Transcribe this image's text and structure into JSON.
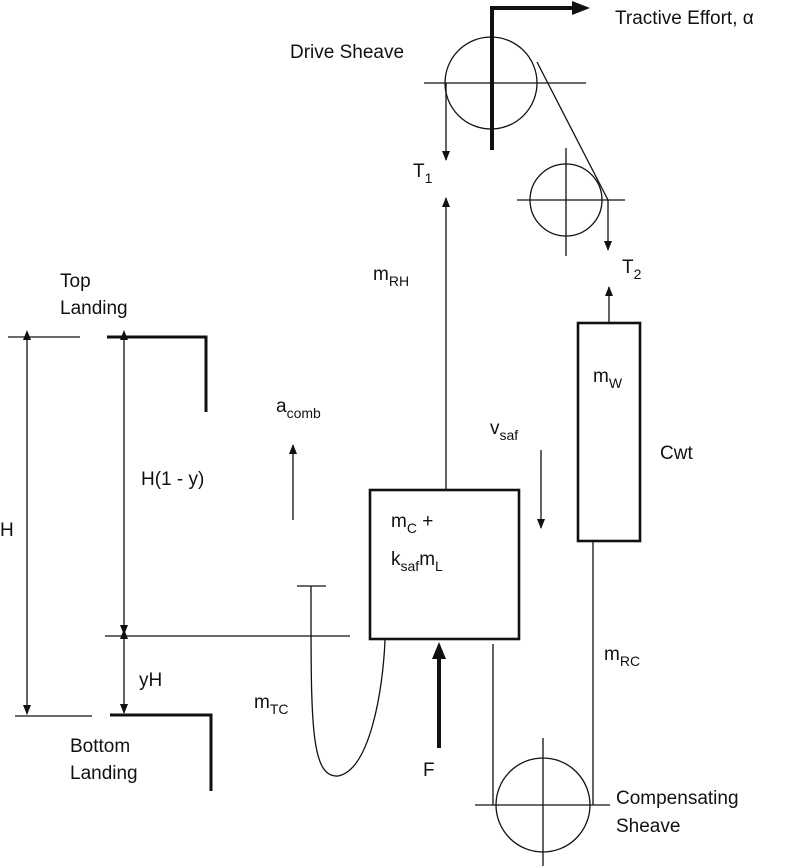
{
  "labels": {
    "tractive_effort": "Tractive Effort, α",
    "drive_sheave": "Drive Sheave",
    "t1": {
      "base": "T",
      "sub": "1"
    },
    "t2": {
      "base": "T",
      "sub": "2"
    },
    "m_rh": {
      "base": "m",
      "sub": "RH"
    },
    "top_landing_1": "Top",
    "top_landing_2": "Landing",
    "m_w": {
      "base": "m",
      "sub": "W"
    },
    "a_comb": {
      "base": "a",
      "sub": "comb"
    },
    "v_saf": {
      "base": "v",
      "sub": "saf"
    },
    "cwt": "Cwt",
    "h": "H",
    "h_1_minus_y": "H(1 - y)",
    "car_line1": {
      "base": "m",
      "sub": "C",
      "tail": " +"
    },
    "car_line2": {
      "k": "k",
      "k_sub": "saf",
      "m": "m",
      "m_sub": "L"
    },
    "m_rc": {
      "base": "m",
      "sub": "RC"
    },
    "y_h": "yH",
    "m_tc": {
      "base": "m",
      "sub": "TC"
    },
    "bottom_landing_1": "Bottom",
    "bottom_landing_2": "Landing",
    "f": "F",
    "comp_sheave_1": "Compensating",
    "comp_sheave_2": "Sheave"
  }
}
